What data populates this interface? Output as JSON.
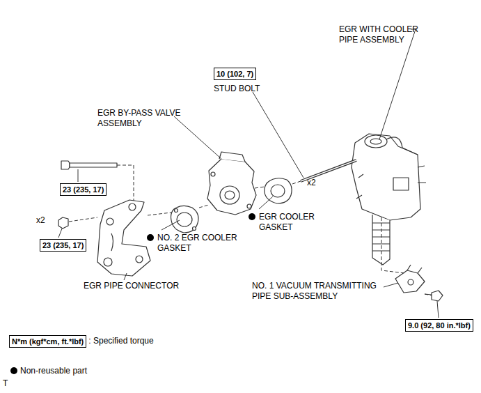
{
  "diagram": {
    "nodes": [
      {
        "text": [
          "10 (102, 7)"
        ]
      },
      {
        "text": [
          "23 (235, 17)"
        ]
      },
      {
        "text": [
          "23 (235, 17)"
        ]
      },
      {
        "text": [
          "9.0 (92, 80 in.*lbf)"
        ]
      },
      {
        "text": [
          "N*m (kgf*cm, ft.*lbf)"
        ]
      }
    ],
    "labels": [
      "EGR WITH COOLER PIPE ASSEMBLY",
      "STUD BOLT",
      "EGR BY-PASS VALVE ASSEMBLY",
      "x2",
      "EGR COOLER GASKET",
      "x2",
      "NO. 2 EGR COOLER GASKET",
      "EGR PIPE CONNECTOR",
      "NO. 1 VACUUM TRANSMITTING PIPE SUB-ASSEMBLY",
      ": Specified torque",
      "T"
    ],
    "legend": [
      {
        "text": "Non-reusable part"
      }
    ]
  }
}
